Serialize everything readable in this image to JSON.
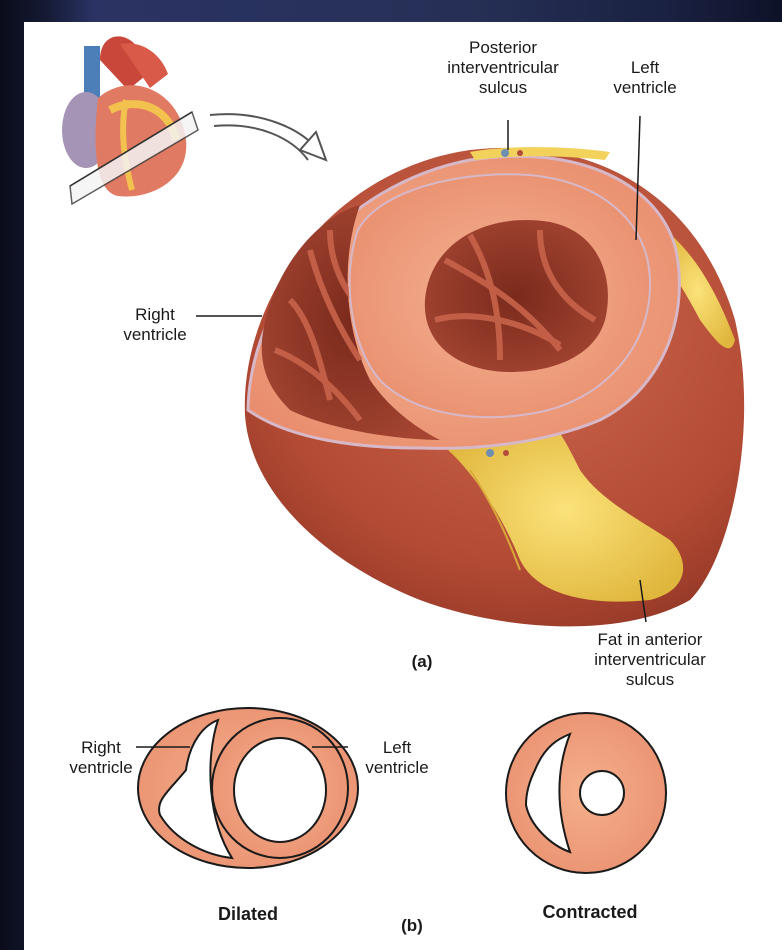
{
  "labels": {
    "posterior_sulcus": "Posterior\ninterventricular\nsulcus",
    "left_ventricle_a": "Left\nventricle",
    "right_ventricle_a": "Right\nventricle",
    "panel_a": "(a)",
    "fat_anterior": "Fat in anterior\ninterventricular\nsulcus",
    "right_ventricle_b": "Right\nventricle",
    "left_ventricle_b": "Left\nventricle",
    "dilated": "Dilated",
    "panel_b": "(b)",
    "contracted": "Contracted"
  },
  "colors": {
    "background": "#263056",
    "muscle": "#e8866a",
    "muscle_light": "#f2a98a",
    "muscle_dark": "#b8523a",
    "fat": "#f2d25a",
    "outline": "#1a1a1a"
  }
}
